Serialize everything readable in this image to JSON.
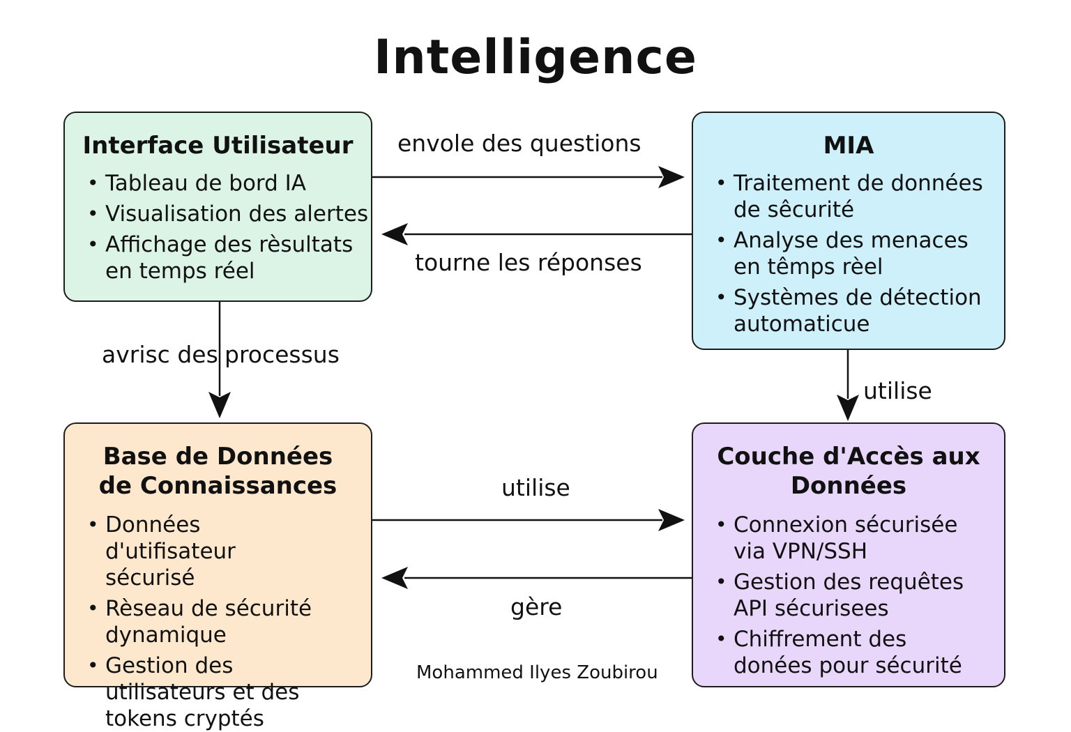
{
  "title": "Intelligence",
  "boxes": {
    "ui": {
      "title_lines": [
        "Interface Utilisateur"
      ],
      "items": [
        "Tableau de bord IA",
        "Visualisation des alertes",
        "Affichage des rèsultats en temps réel"
      ],
      "color": "#dcf4e5"
    },
    "mia": {
      "title_lines": [
        "MIA"
      ],
      "items": [
        "Traitement de données de sêcurité",
        "Analyse des menaces en têmps rèel",
        "Systèmes de détection automaticue"
      ],
      "color": "#cdf0fa"
    },
    "db": {
      "title_lines": [
        "Base de Données",
        "de Connaissances"
      ],
      "items": [
        "Données d'utiﬁsateur sécurisé",
        "Rèseau de sécurité dynamique",
        "Gestion des utilisateurs et des tokens cryptés"
      ],
      "color": "#fde8ce"
    },
    "dal": {
      "title_lines": [
        "Couche d'Accès aux",
        "Données"
      ],
      "items": [
        "Connexion sécurisée via VPN/SSH",
        "Gestion des requêtes API sécurisees",
        "Chiffrement des donées pour sécurité"
      ],
      "color": "#e8d7fb"
    }
  },
  "edges": {
    "ui_to_mia": "envole des questions",
    "mia_to_ui": "tourne les réponses",
    "ui_to_db_left": "avrisc des",
    "ui_to_db_right": "processus",
    "mia_to_dal": "utilise",
    "db_to_dal": "utilise",
    "dal_to_db": "gère"
  },
  "credit": "Mohammed Ilyes Zoubirou"
}
